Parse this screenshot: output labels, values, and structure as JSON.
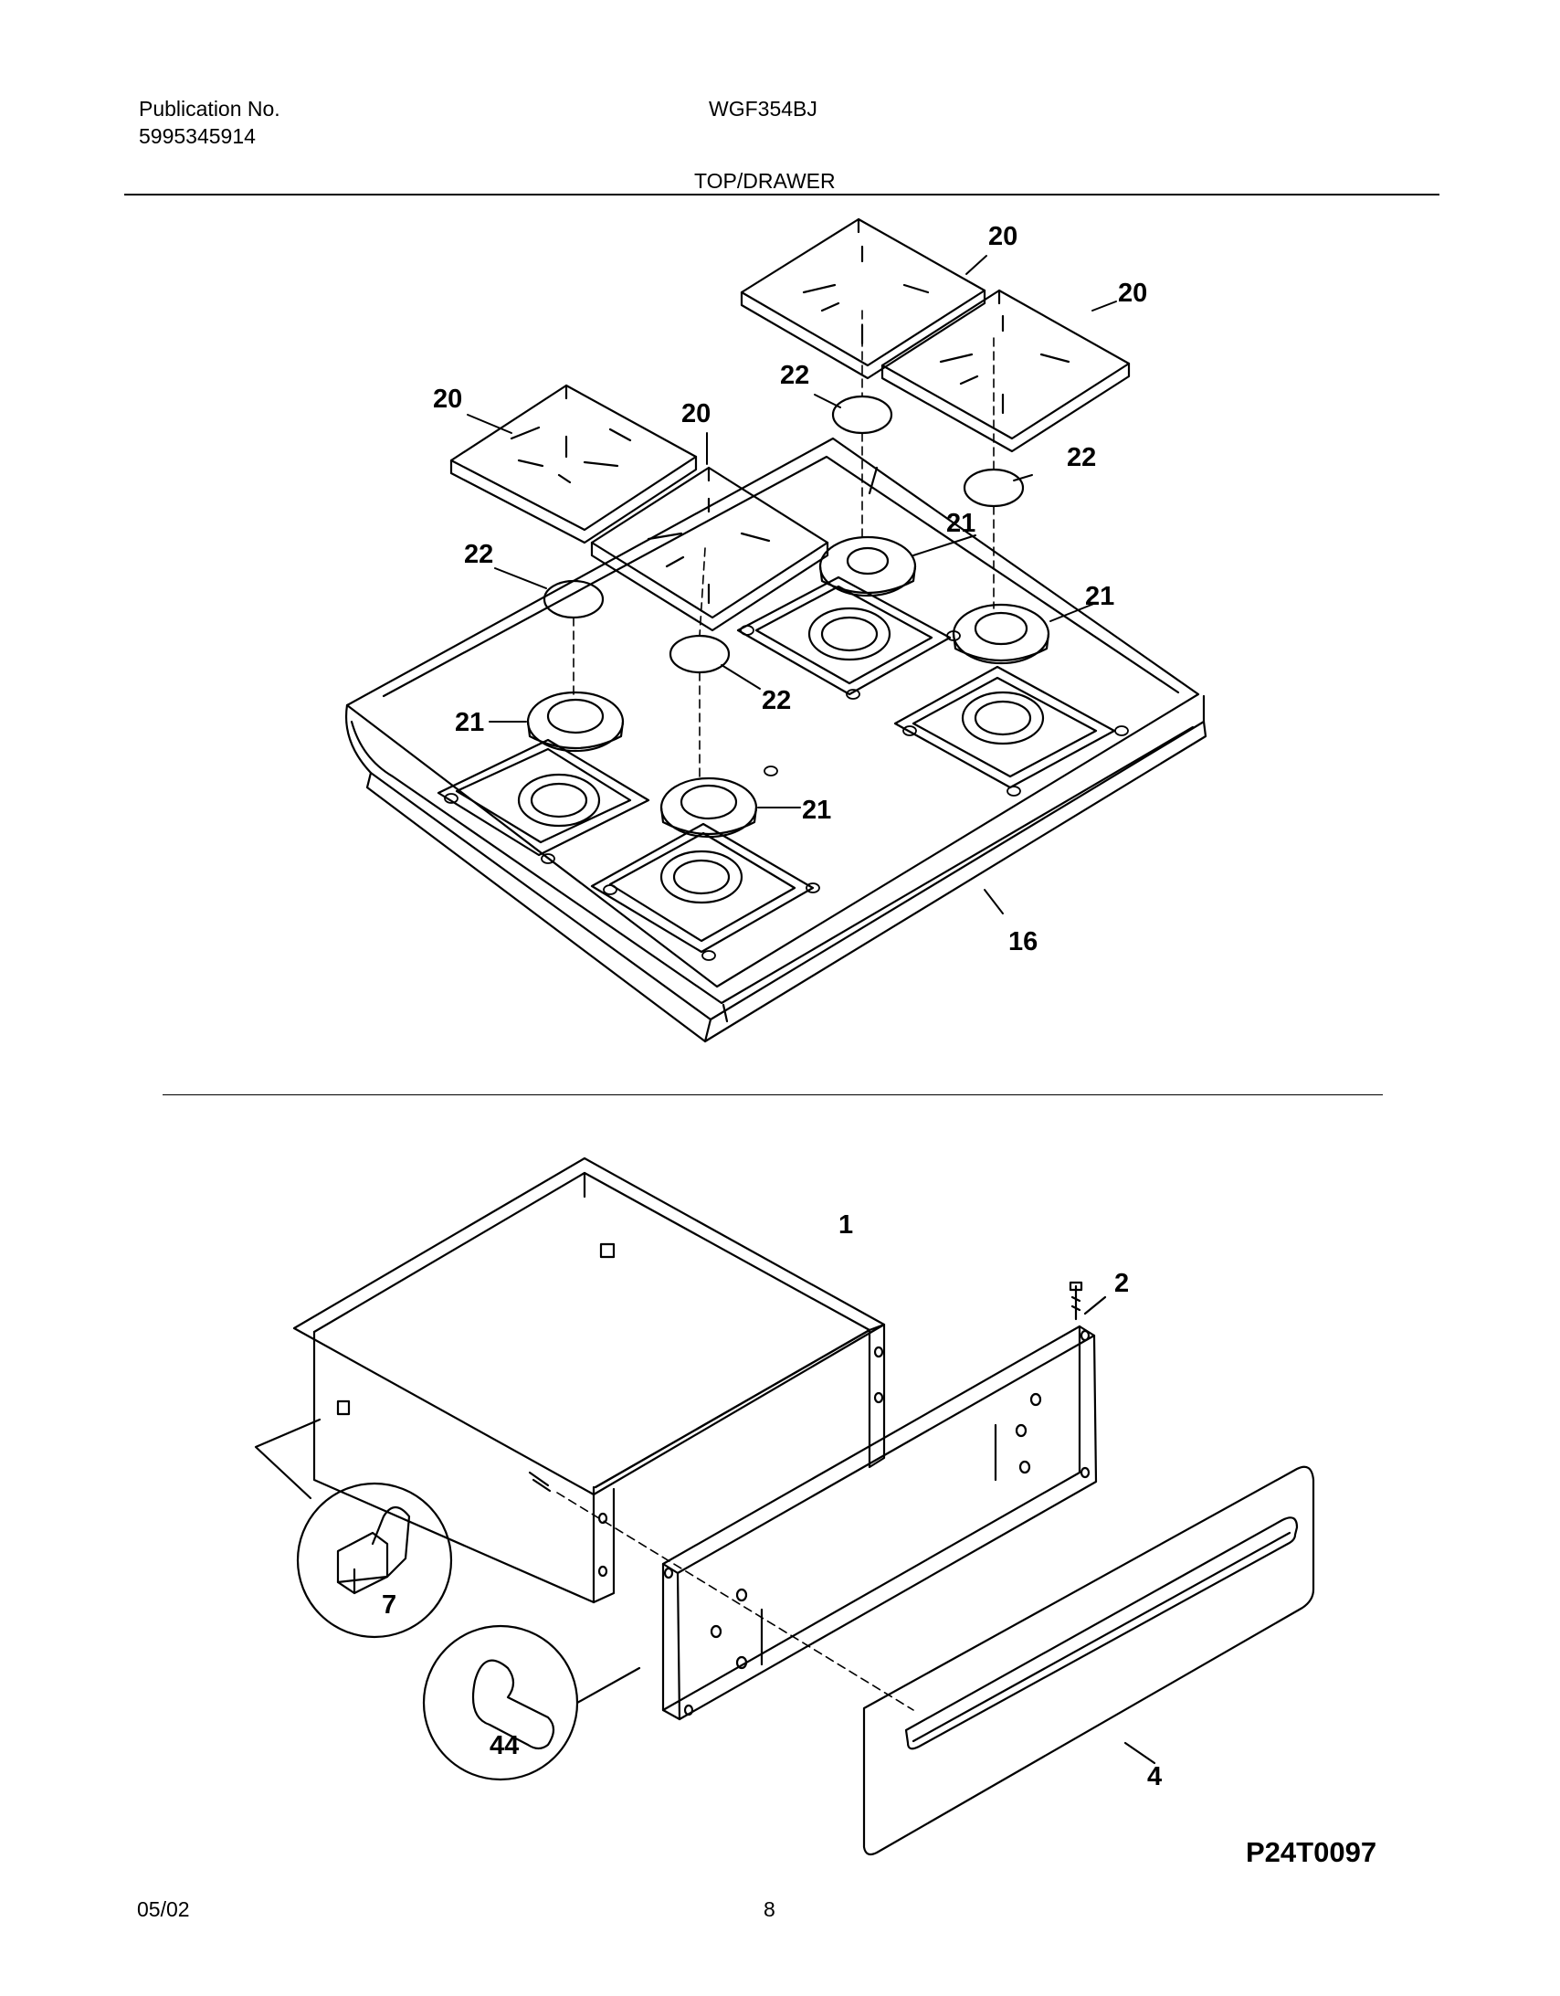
{
  "header": {
    "publication_label": "Publication No.",
    "publication_number": "5995345914",
    "model": "WGF354BJ",
    "section_title": "TOP/DRAWER"
  },
  "footer": {
    "date": "05/02",
    "page_number": "8",
    "drawing_code": "P24T0097"
  },
  "callouts": {
    "grate_a": "20",
    "grate_b": "20",
    "grate_c": "20",
    "grate_d": "20",
    "cap_a": "22",
    "cap_b": "22",
    "cap_c": "22",
    "cap_d": "22",
    "head_a": "21",
    "head_b": "21",
    "head_c": "21",
    "head_d": "21",
    "cooktop": "16",
    "drawer": "1",
    "screw": "2",
    "glide": "7",
    "stop": "44",
    "front": "4"
  }
}
